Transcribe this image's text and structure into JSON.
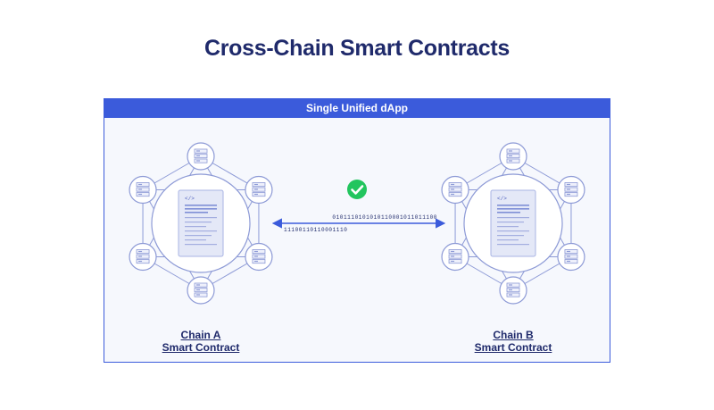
{
  "title": "Cross-Chain Smart Contracts",
  "banner": "Single Unified dApp",
  "chain_a": {
    "line1": "Chain A",
    "line2": "Smart Contract"
  },
  "chain_b": {
    "line1": "Chain B",
    "line2": "Smart Contract"
  },
  "message": {
    "bits_top": "0101110101010110001011011100",
    "bits_bottom": "11100110110001110",
    "status": "check-icon"
  },
  "colors": {
    "navy": "#1f2a6b",
    "accent": "#3b5bdb",
    "node_stroke": "#8d9ad6",
    "success": "#22c55e"
  }
}
